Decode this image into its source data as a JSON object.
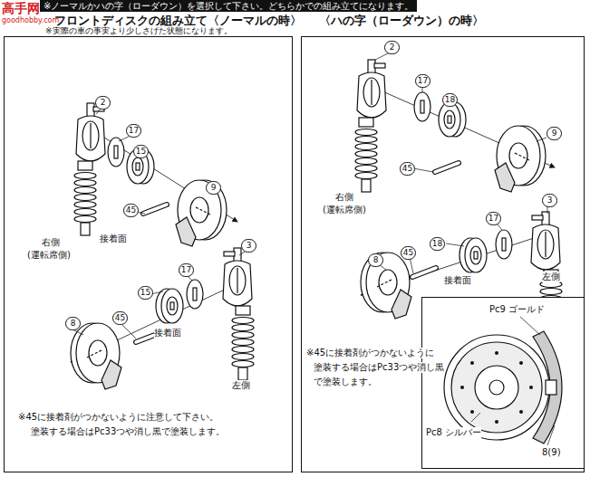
{
  "diagram": {
    "title": "※ノーマルかハの字（ローダウン）を選択して下さい。どちらかでの組み立てになります。",
    "labels": [
      "フロントディスクの組み立て〈ノーマルの時〉",
      "※実際の車の事実より少しさげた状態になります。",
      "〈ハの字（ローダウン）の時〉",
      "2",
      "17",
      "15",
      "9",
      "45",
      "右側",
      "(運転席側)",
      "接着面",
      "3",
      "17",
      "15",
      "左側",
      "8",
      "45",
      "接着面",
      "※45に接着剤がつかないように注意して下さい。",
      "塗装する場合はPc33つや消し黒で塗装します。",
      "2",
      "17",
      "18",
      "9",
      "45",
      "右側",
      "(運転席側)",
      "3",
      "17",
      "18",
      "45",
      "8",
      "接着面",
      "左側",
      "※45に接着剤がつかないように",
      "塗装する場合はPc33つや消し黒",
      "で塗装します。",
      "Pc9 ゴールド",
      "Pc8 シルバー",
      "8(9)",
      "高手网",
      "goodhobby.com"
    ]
  }
}
